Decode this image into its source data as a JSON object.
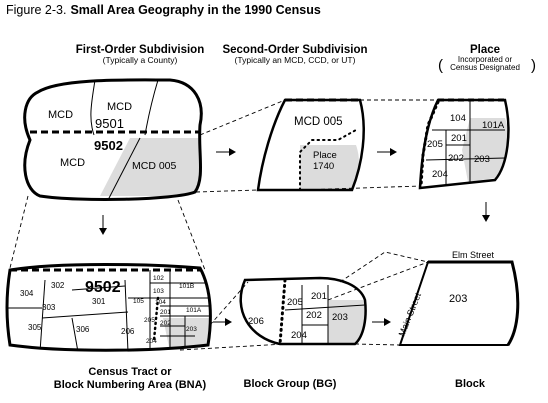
{
  "figure": {
    "number": "Figure 2-3.",
    "title": "Small Area Geography in the 1990 Census"
  },
  "headers": {
    "first_order": {
      "title": "First-Order Subdivision",
      "subtitle": "(Typically a County)"
    },
    "second_order": {
      "title": "Second-Order Subdivision",
      "subtitle": "(Typically an MCD, CCD, or UT)"
    },
    "place": {
      "title": "Place",
      "line1": "Incorporated or",
      "line2": "Census Designated"
    }
  },
  "captions": {
    "tract_line1": "Census Tract or",
    "tract_line2": "Block Numbering Area (BNA)",
    "block_group": "Block Group (BG)",
    "block": "Block"
  },
  "county": {
    "mcd_top_left": "MCD",
    "mcd_top_mid": "MCD",
    "mcd_bottom_left": "MCD",
    "tract_9501": "9501",
    "tract_9502": "9502",
    "mcd_005": "MCD 005"
  },
  "mcd_panel": {
    "label": "MCD 005",
    "place_label": "Place",
    "place_number": "1740"
  },
  "place_panel": {
    "blocks": [
      "104",
      "101A",
      "201",
      "205",
      "202",
      "203",
      "204"
    ]
  },
  "tract_panel": {
    "tract": "9502",
    "blocks": [
      "302",
      "304",
      "303",
      "301",
      "305",
      "306",
      "206",
      "102",
      "103",
      "101B",
      "105",
      "104",
      "101A",
      "201",
      "205",
      "202",
      "203",
      "204"
    ]
  },
  "bg_panel": {
    "blocks": [
      "201",
      "205",
      "202",
      "203",
      "206",
      "204"
    ]
  },
  "block_panel": {
    "street_top": "Elm Street",
    "street_side": "Main Street",
    "block": "203"
  }
}
